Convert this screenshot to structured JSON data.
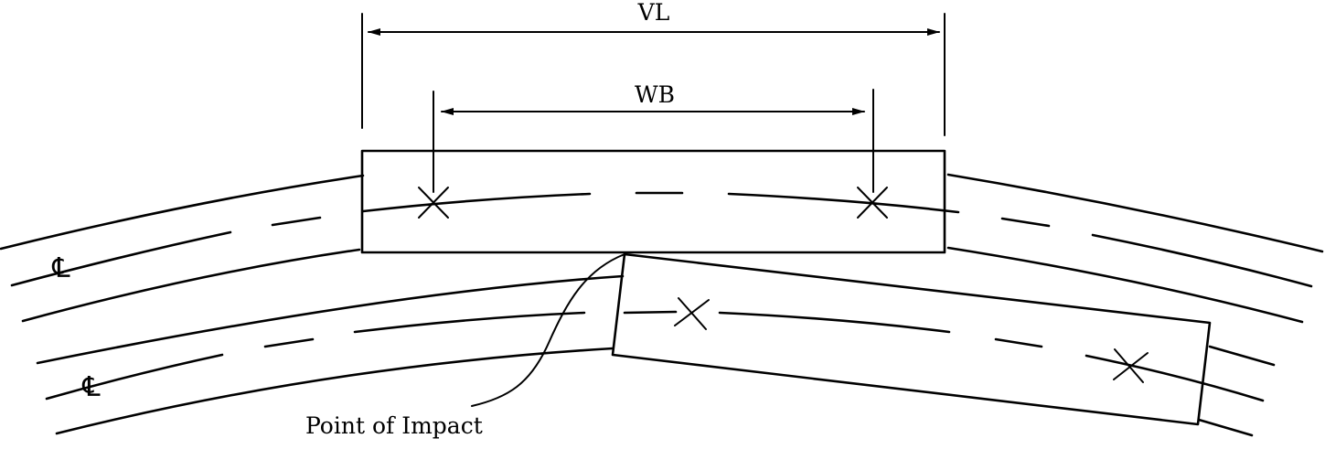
{
  "labels": {
    "vehicle_length": "VL",
    "wheelbase": "WB",
    "point_of_impact": "Point of Impact",
    "centerline_symbol": "℄"
  },
  "colors": {
    "ink": "#000000",
    "background": "#ffffff"
  }
}
